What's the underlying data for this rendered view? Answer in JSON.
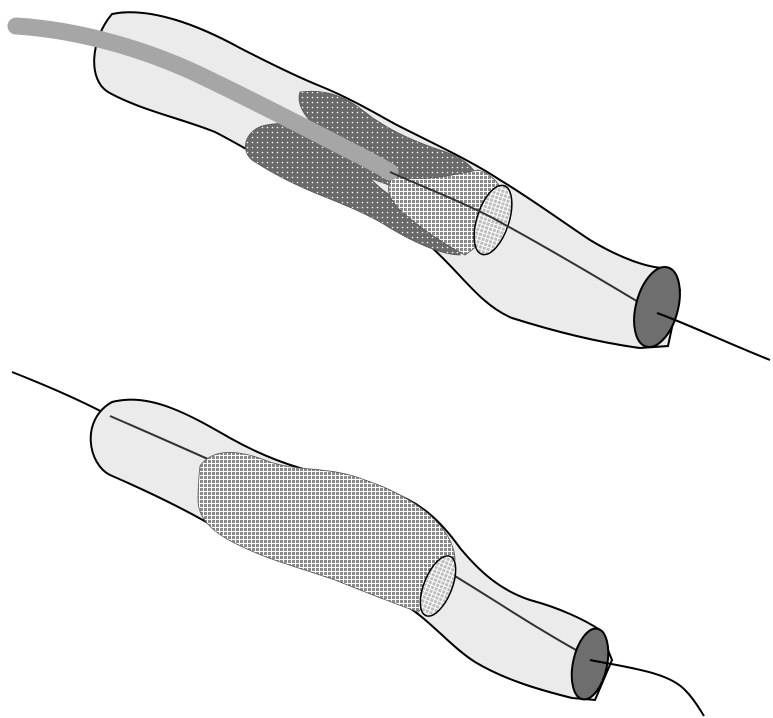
{
  "colors": {
    "background": "#ffffff",
    "outline": "#000000",
    "vessel_fill": "#ebebeb",
    "lumen_end": "#6e6e6e",
    "guidewire": "#000000",
    "catheter": "#a6a6a6",
    "plaque_dark": "#6a6a6a",
    "plaque_light": "#b4b4b4",
    "ring_fill": "#d8d8d8"
  },
  "panels": [
    {
      "id": "top",
      "components": [
        "vessel",
        "guidewire",
        "catheter",
        "plaque",
        "ring"
      ]
    },
    {
      "id": "bottom",
      "components": [
        "vessel",
        "guidewire",
        "plaque",
        "ring"
      ]
    }
  ]
}
